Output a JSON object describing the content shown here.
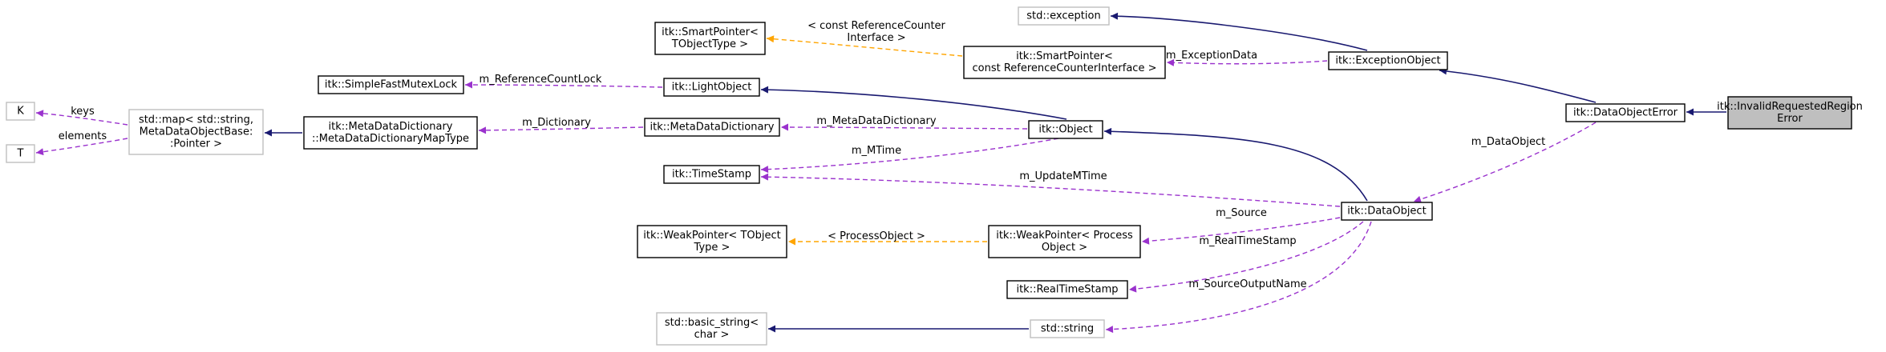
{
  "diagram": {
    "nodes": [
      {
        "id": "invalid_region_error",
        "label": [
          "itk::InvalidRequestedRegion",
          "Error"
        ],
        "style": "focus"
      },
      {
        "id": "data_object_error",
        "label": [
          "itk::DataObjectError"
        ],
        "style": "normal"
      },
      {
        "id": "exception_object",
        "label": [
          "itk::ExceptionObject"
        ],
        "style": "normal"
      },
      {
        "id": "std_exception",
        "label": [
          "std::exception"
        ],
        "style": "external"
      },
      {
        "id": "smart_ptr_ref_counter",
        "label": [
          "itk::SmartPointer<",
          "const ReferenceCounterInterface >"
        ],
        "style": "normal"
      },
      {
        "id": "smart_ptr_template",
        "label": [
          "itk::SmartPointer<",
          "TObjectType >"
        ],
        "style": "normal"
      },
      {
        "id": "data_object",
        "label": [
          "itk::DataObject"
        ],
        "style": "normal"
      },
      {
        "id": "object",
        "label": [
          "itk::Object"
        ],
        "style": "normal"
      },
      {
        "id": "light_object",
        "label": [
          "itk::LightObject"
        ],
        "style": "normal"
      },
      {
        "id": "simple_fast_mutex_lock",
        "label": [
          "itk::SimpleFastMutexLock"
        ],
        "style": "normal"
      },
      {
        "id": "metadata_dictionary",
        "label": [
          "itk::MetaDataDictionary"
        ],
        "style": "normal"
      },
      {
        "id": "metadata_dictionary_map_type",
        "label": [
          "itk::MetaDataDictionary",
          "::MetaDataDictionaryMapType"
        ],
        "style": "normal"
      },
      {
        "id": "std_map",
        "label": [
          "std::map< std::string,",
          "MetaDataObjectBase:",
          ":Pointer >"
        ],
        "style": "external"
      },
      {
        "id": "k",
        "label": [
          "K"
        ],
        "style": "external"
      },
      {
        "id": "t",
        "label": [
          "T"
        ],
        "style": "external"
      },
      {
        "id": "time_stamp",
        "label": [
          "itk::TimeStamp"
        ],
        "style": "normal"
      },
      {
        "id": "weak_ptr_process_object",
        "label": [
          "itk::WeakPointer< Process",
          "Object >"
        ],
        "style": "normal"
      },
      {
        "id": "weak_ptr_template",
        "label": [
          "itk::WeakPointer< TObject",
          "Type >"
        ],
        "style": "normal"
      },
      {
        "id": "real_time_stamp",
        "label": [
          "itk::RealTimeStamp"
        ],
        "style": "normal"
      },
      {
        "id": "std_string",
        "label": [
          "std::string"
        ],
        "style": "external"
      },
      {
        "id": "std_basic_string",
        "label": [
          "std::basic_string<",
          "char >"
        ],
        "style": "external"
      }
    ],
    "edges": [
      {
        "id": "e_invalid_to_doe",
        "from": "invalid_region_error",
        "to": "data_object_error",
        "kind": "inheritance",
        "label": []
      },
      {
        "id": "e_doe_to_exc",
        "from": "data_object_error",
        "to": "exception_object",
        "kind": "inheritance",
        "label": []
      },
      {
        "id": "e_exc_to_stdexc",
        "from": "exception_object",
        "to": "std_exception",
        "kind": "inheritance",
        "label": []
      },
      {
        "id": "e_exc_to_sp",
        "from": "exception_object",
        "to": "smart_ptr_ref_counter",
        "kind": "member",
        "label": [
          "m_ExceptionData"
        ]
      },
      {
        "id": "e_sp_to_spt",
        "from": "smart_ptr_ref_counter",
        "to": "smart_ptr_template",
        "kind": "template",
        "label": [
          "< const ReferenceCounter",
          "Interface >"
        ]
      },
      {
        "id": "e_doe_to_do",
        "from": "data_object_error",
        "to": "data_object",
        "kind": "member",
        "label": [
          "m_DataObject"
        ]
      },
      {
        "id": "e_do_to_obj",
        "from": "data_object",
        "to": "object",
        "kind": "inheritance",
        "label": []
      },
      {
        "id": "e_obj_to_lo",
        "from": "object",
        "to": "light_object",
        "kind": "inheritance",
        "label": []
      },
      {
        "id": "e_lo_to_mutex",
        "from": "light_object",
        "to": "simple_fast_mutex_lock",
        "kind": "member",
        "label": [
          "m_ReferenceCountLock"
        ]
      },
      {
        "id": "e_obj_to_mdd",
        "from": "object",
        "to": "metadata_dictionary",
        "kind": "member",
        "label": [
          "m_MetaDataDictionary"
        ]
      },
      {
        "id": "e_mdd_to_map",
        "from": "metadata_dictionary",
        "to": "metadata_dictionary_map_type",
        "kind": "member",
        "label": [
          "m_Dictionary"
        ]
      },
      {
        "id": "e_map_to_stdmap",
        "from": "metadata_dictionary_map_type",
        "to": "std_map",
        "kind": "inheritance",
        "label": []
      },
      {
        "id": "e_stdmap_to_k",
        "from": "std_map",
        "to": "k",
        "kind": "member",
        "label": [
          "keys"
        ]
      },
      {
        "id": "e_stdmap_to_t",
        "from": "std_map",
        "to": "t",
        "kind": "member",
        "label": [
          "elements"
        ]
      },
      {
        "id": "e_obj_to_ts",
        "from": "object",
        "to": "time_stamp",
        "kind": "member",
        "label": [
          "m_MTime"
        ]
      },
      {
        "id": "e_do_to_ts",
        "from": "data_object",
        "to": "time_stamp",
        "kind": "member",
        "label": [
          "m_UpdateMTime"
        ]
      },
      {
        "id": "e_do_to_wp",
        "from": "data_object",
        "to": "weak_ptr_process_object",
        "kind": "member",
        "label": [
          "m_Source"
        ]
      },
      {
        "id": "e_wp_to_wpt",
        "from": "weak_ptr_process_object",
        "to": "weak_ptr_template",
        "kind": "template",
        "label": [
          "< ProcessObject >"
        ]
      },
      {
        "id": "e_do_to_rts",
        "from": "data_object",
        "to": "real_time_stamp",
        "kind": "member",
        "label": [
          "m_RealTimeStamp"
        ]
      },
      {
        "id": "e_do_to_str",
        "from": "data_object",
        "to": "std_string",
        "kind": "member",
        "label": [
          "m_SourceOutputName"
        ]
      },
      {
        "id": "e_str_to_basic",
        "from": "std_string",
        "to": "std_basic_string",
        "kind": "inheritance",
        "label": []
      }
    ]
  }
}
